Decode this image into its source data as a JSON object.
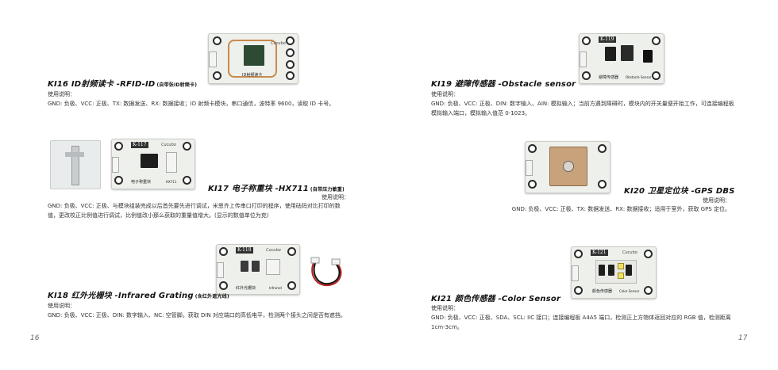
{
  "pages": {
    "left": "16",
    "right": "17"
  },
  "usage_label": "使用说明：",
  "modules": [
    {
      "id": "k16",
      "title": "KI16 ID射频读卡 -RFID-ID",
      "sub": "(自带张ID射频卡)",
      "desc": "GND: 负极、VCC: 正极、TX: 数据发送、RX: 数据接收；ID 射频卡模块，串口通信，波特率 9600，读取 ID 卡号。"
    },
    {
      "id": "k17",
      "title": "KI17 电子称重块 -HX711",
      "sub": "(自带压力敏重)",
      "desc": "GND: 负极、VCC: 正极、与模块组装完成以后首先要先进行调试，米思齐上传串口打印的程序，使用砝码对比打印的数值，更改校正比例值进行调试，比例值改小那么获取的重量值增大。(显示的数值单位为克)"
    },
    {
      "id": "k18",
      "title": "KI18 红外光栅块 -Infrared Grating",
      "sub": "(含红外遮光线)",
      "desc": "GND: 负极、VCC: 正极、DIN: 数字输入、NC: 空管脚。获取 DIN 对应端口的高低电平，检测两个接头之间是否有遮挡。"
    },
    {
      "id": "k19",
      "title": "KI19 避障传感器 -Obstacle sensor",
      "sub": "",
      "desc": "GND: 负极、VCC: 正极、DIN: 数字输入、AIN: 模拟输入；当前方遇到障碍时，模块内的开关量便开始工作，可连接编程板模拟输入端口，模拟输入值范 0-1023。"
    },
    {
      "id": "k20",
      "title": "KI20 卫星定位块 -GPS DBS",
      "sub": "",
      "desc": "GND: 负极、VCC: 正极、TX: 数据发送、RX: 数据接收；适用于室外，获取 GPS 定位。"
    },
    {
      "id": "k21",
      "title": "KI21 颜色传感器 -Color Sensor",
      "sub": "",
      "desc": "GND: 负极、VCC: 正极、SDA、SCL: IIC 接口；连接编程板 A4A5 端口，检测正上方物体返回对应的 RGB 值，检测距离 1cm-3cm。"
    }
  ],
  "boards": {
    "k16_brand": "Cucubo",
    "k16_label": "ID射频读卡",
    "k17_tag": "K-117",
    "k17_brand": "Cucubo",
    "k17_label": "电子称重块",
    "k17_code": "HX711",
    "k18_tag": "K-118",
    "k18_brand": "Cucubo",
    "k18_label": "红外光栅块",
    "k18_code": "Infrared",
    "k19_tag": "K-119",
    "k19_label": "避障传感器",
    "k19_code": "Obstacle Sensor",
    "k21_tag": "K-121",
    "k21_brand": "Cucubo",
    "k21_label": "颜色传感器",
    "k21_code": "Color Sensor"
  }
}
